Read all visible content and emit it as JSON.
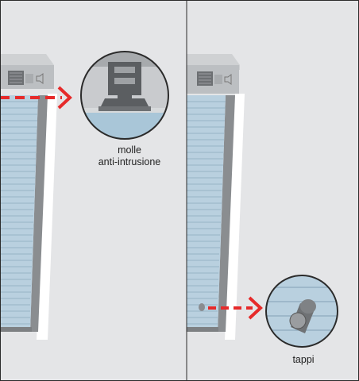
{
  "panels": [
    {
      "caption_lines": [
        "molle",
        "anti-intrusione"
      ]
    },
    {
      "caption_lines": [
        "tappi"
      ]
    }
  ],
  "colors": {
    "background_panel": "#e4e5e7",
    "frame_line": "#2b2b2b",
    "shutter_slat": "#b9d0df",
    "shutter_slat_line": "#8eaabd",
    "shutter_side": "#8a8d90",
    "box_top": "#cfd1d3",
    "box_front": "#bfc1c4",
    "arrow_red": "#e62a2a",
    "magnifier_border": "#2b2b2b",
    "guide_white": "#ffffff"
  },
  "icons": {
    "arrow": "dashed-red-arrow",
    "magnifier": "circular-zoom-lens",
    "spring": "anti-intrusion-spring",
    "cap": "end-cap"
  }
}
